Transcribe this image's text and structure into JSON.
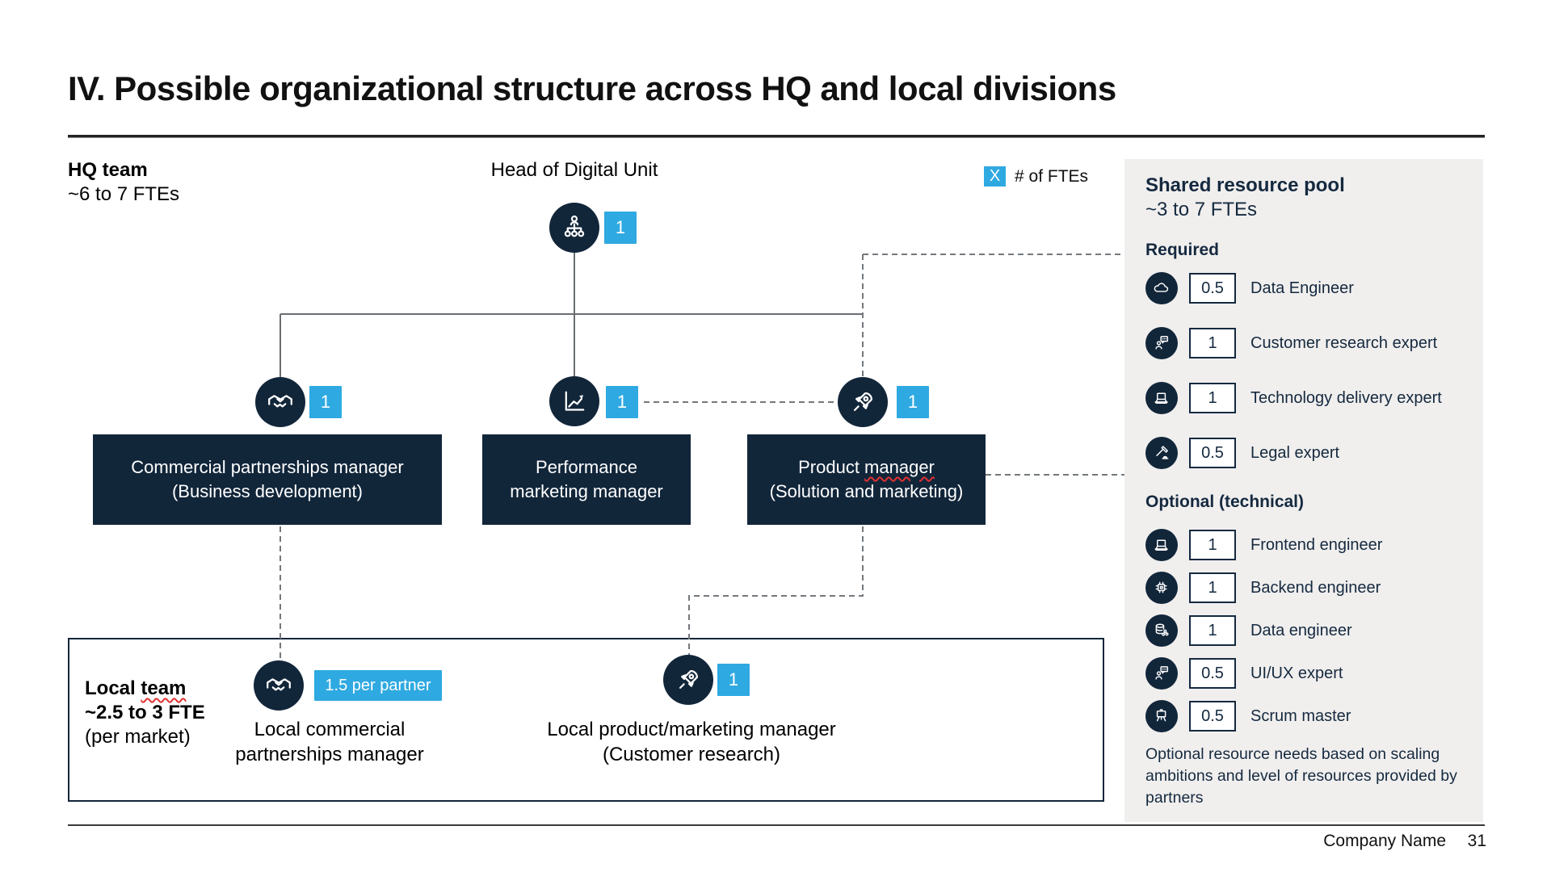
{
  "colors": {
    "navy": "#12263a",
    "blue": "#2fa9e1",
    "panel_bg": "#f0efee",
    "panel_text": "#15293f",
    "squiggle": "#e03131"
  },
  "slide": {
    "title": "IV. Possible organizational structure across HQ and local divisions",
    "footer": {
      "company": "Company Name",
      "page": "31"
    }
  },
  "legend": {
    "symbol": "X",
    "label": "# of FTEs"
  },
  "hq": {
    "label": "HQ team",
    "sub": "~6 to 7 FTEs",
    "head": {
      "title": "Head of Digital Unit",
      "fte": "1",
      "icon": "org-chart"
    },
    "managers": [
      {
        "icon": "handshake",
        "fte": "1",
        "line1_pre": "Commercial partnerships manager",
        "line1_flag": "",
        "line2": "(Business development)"
      },
      {
        "icon": "chart-growth",
        "fte": "1",
        "line1_pre": "Performance",
        "line1_flag": "",
        "line2": "marketing manager"
      },
      {
        "icon": "rocket",
        "fte": "1",
        "line1_pre": "Product ",
        "line1_flag": "manager",
        "line2": "(Solution and marketing)"
      }
    ]
  },
  "local": {
    "label_pre": "Local ",
    "label_flag": "team",
    "sub": "~2.5 to 3 FTE",
    "note": "(per market)",
    "roles": [
      {
        "icon": "handshake",
        "badge": "1.5 per partner",
        "name": "Local commercial partnerships manager",
        "sub": ""
      },
      {
        "icon": "rocket",
        "badge": "1",
        "name": "Local product/marketing manager",
        "sub": "(Customer research)"
      }
    ]
  },
  "pool": {
    "title": "Shared resource pool",
    "sub": "~3 to 7 FTEs",
    "required_heading": "Required",
    "required_items": [
      {
        "icon": "cloud",
        "fte": "0.5",
        "label": "Data Engineer"
      },
      {
        "icon": "person-chat",
        "fte": "1",
        "label": "Customer research expert"
      },
      {
        "icon": "laptop",
        "fte": "1",
        "label": "Technology delivery expert"
      },
      {
        "icon": "gavel",
        "fte": "0.5",
        "label": "Legal expert"
      }
    ],
    "optional_heading": "Optional (technical)",
    "optional_items": [
      {
        "icon": "laptop",
        "fte": "1",
        "label": "Frontend engineer"
      },
      {
        "icon": "chip",
        "fte": "1",
        "label": "Backend engineer"
      },
      {
        "icon": "database",
        "fte": "1",
        "label": "Data engineer"
      },
      {
        "icon": "person-chat",
        "fte": "0.5",
        "label": "UI/UX expert"
      },
      {
        "icon": "easel",
        "fte": "0.5",
        "label": "Scrum master"
      }
    ],
    "footnote": "Optional resource needs based on scaling ambitions and level of resources provided by partners"
  }
}
